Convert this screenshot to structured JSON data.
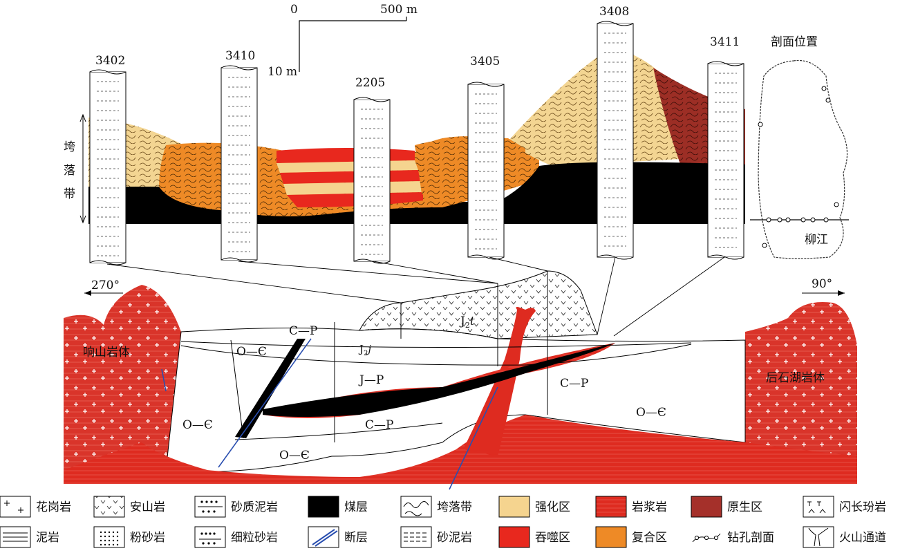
{
  "scale": {
    "zero": "0",
    "horizontal": "500 m",
    "vertical": "10 m"
  },
  "boreholes": [
    "3402",
    "3410",
    "2205",
    "3405",
    "3408",
    "3411"
  ],
  "zone_label": [
    "垮",
    "落",
    "带"
  ],
  "directions": {
    "west": "270°",
    "east": "90°"
  },
  "location_map": {
    "title": "剖面位置",
    "river": "柳江"
  },
  "plutons": {
    "west": "响山岩体",
    "east": "后石湖岩体"
  },
  "strata": {
    "o_cambrian": "O—Є",
    "c_p": "C—P",
    "j_p": "J—P",
    "j2j_main": "J",
    "j2j_sub": "2",
    "j2j_tail": "j",
    "j2t_main": "J",
    "j2t_sub": "2",
    "j2t_tail": "t"
  },
  "legend": [
    {
      "key": "granite",
      "label": "花岗岩"
    },
    {
      "key": "andesite",
      "label": "安山岩"
    },
    {
      "key": "sandy-mudstone",
      "label": "砂质泥岩"
    },
    {
      "key": "coal",
      "label": "煤层"
    },
    {
      "key": "caving",
      "label": "垮落带"
    },
    {
      "key": "strengthened",
      "label": "强化区"
    },
    {
      "key": "magma",
      "label": "岩浆岩"
    },
    {
      "key": "primary",
      "label": "原生区"
    },
    {
      "key": "diorite",
      "label": "闪长玢岩"
    },
    {
      "key": "mudstone",
      "label": "泥岩"
    },
    {
      "key": "siltstone",
      "label": "粉砂岩"
    },
    {
      "key": "fine-sandstone",
      "label": "细粒砂岩"
    },
    {
      "key": "fault",
      "label": "断层"
    },
    {
      "key": "sand-mudstone",
      "label": "砂泥岩"
    },
    {
      "key": "engulfed",
      "label": "吞噬区"
    },
    {
      "key": "composite",
      "label": "复合区"
    },
    {
      "key": "drill-section",
      "label": "钻孔剖面"
    },
    {
      "key": "volcanic-channel",
      "label": "火山通道"
    }
  ],
  "colors": {
    "strengthened": "#f5d48f",
    "engulfed": "#e8281e",
    "composite": "#ee8a26",
    "primary": "#a5302a",
    "coal": "#000000",
    "magma": "#dd2a20",
    "fault": "#2a4fb0"
  }
}
